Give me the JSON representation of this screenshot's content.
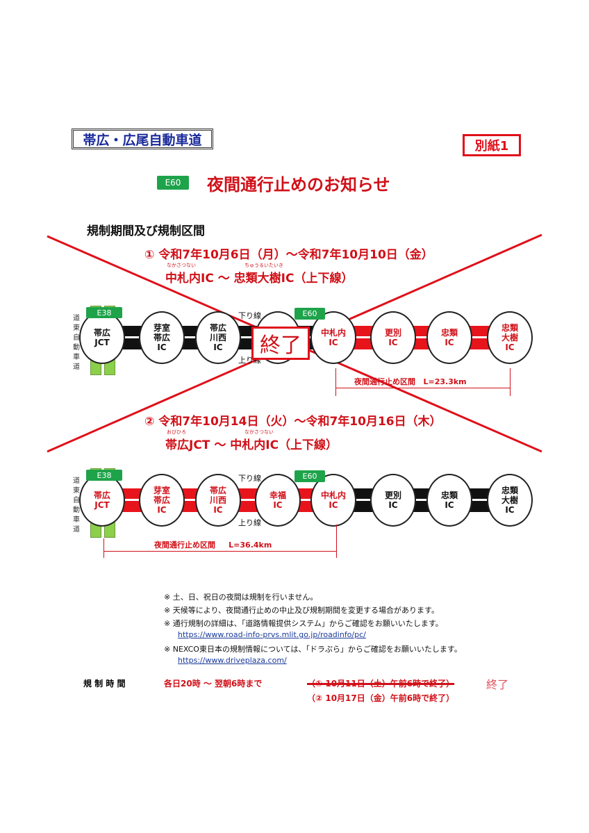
{
  "header": {
    "road_name": "帯広・広尾自動車道",
    "annex_label": "別紙1",
    "route_badge": "E60",
    "title": "夜間通行止めのお知らせ"
  },
  "section_title": "規制期間及び規制区間",
  "periods": [
    {
      "period": "① 令和7年10月6日（月）～令和7年10月10日（金）",
      "from": "中札内IC",
      "from_ruby": "なかさつない",
      "tilde": "～",
      "to": "忠類大樹IC（上下線）",
      "to_ruby": "ちゅうるいたいき",
      "status_stamp": "終了",
      "closure_label": "夜間通行止め区間",
      "closure_length": "L=23.3km"
    },
    {
      "period": "② 令和7年10月14日（火）～令和7年10月16日（木）",
      "from": "帯広JCT",
      "from_ruby": "おびひろ",
      "tilde": "～",
      "to": "中札内IC（上下線）",
      "to_ruby": "なかさつない",
      "closure_label": "夜間通行止め区間",
      "closure_length": "L=36.4km"
    }
  ],
  "diagram": {
    "side_road": "道東自動車道",
    "side_badge": "E38",
    "main_badge": "E60",
    "down_line": "下り線",
    "up_line": "上り線",
    "interchanges": [
      "帯広\nJCT",
      "芽室\n帯広\nIC",
      "帯広\n川西\nIC",
      "幸福\nIC",
      "中札内\nIC",
      "更別\nIC",
      "忠類\nIC",
      "忠類\n大樹\nIC"
    ],
    "closed_1": [
      false,
      false,
      false,
      false,
      true,
      true,
      true,
      true
    ],
    "closed_2": [
      true,
      true,
      true,
      true,
      true,
      false,
      false,
      false
    ]
  },
  "notes": [
    "※ 土、日、祝日の夜間は規制を行いません。",
    "※ 天候等により、夜間通行止めの中止及び規制期間を変更する場合があります。",
    "※ 通行規制の詳細は、「道路情報提供システム」からご確認をお願いいたします。",
    "※ NEXCO東日本の規制情報については、「ドラぷら」からご確認をお願いいたします。"
  ],
  "links": [
    "https://www.road-info-prvs.mlit.go.jp/roadinfo/pc/",
    "https://www.driveplaza.com/"
  ],
  "schedule": {
    "label": "規 制 時 間",
    "hours": "各日20時 ～ 翌朝6時まで",
    "end_1": "（① 10月11日（土）午前6時で終了）",
    "end_1_status": "終了",
    "end_2": "（② 10月17日（金）午前6時で終了）"
  },
  "colors": {
    "closed": "#e8141c",
    "open": "#111111",
    "badge": "#1ea34a",
    "side_road": "#8ccf4a"
  }
}
